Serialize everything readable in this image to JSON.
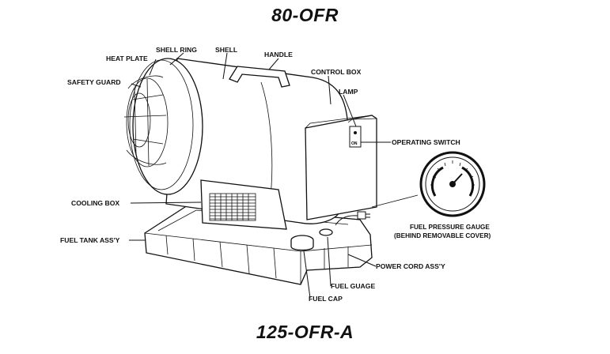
{
  "titles": {
    "top": "80-OFR",
    "bottom": "125-OFR-A"
  },
  "labels": {
    "shell_ring": "SHELL RING",
    "shell": "SHELL",
    "heat_plate": "HEAT PLATE",
    "safety_guard": "SAFETY GUARD",
    "handle": "HANDLE",
    "control_box": "CONTROL BOX",
    "lamp": "LAMP",
    "operating_switch": "OPERATING SWITCH",
    "cooling_box": "COOLING BOX",
    "fuel_tank": "FUEL TANK ASS'Y",
    "fuel_pressure_gauge_1": "FUEL PRESSURE GAUGE",
    "fuel_pressure_gauge_2": "(BEHIND REMOVABLE COVER)",
    "power_cord": "POWER CORD ASS'Y",
    "fuel_guage": "FUEL GUAGE",
    "fuel_cap": "FUEL CAP"
  }
}
